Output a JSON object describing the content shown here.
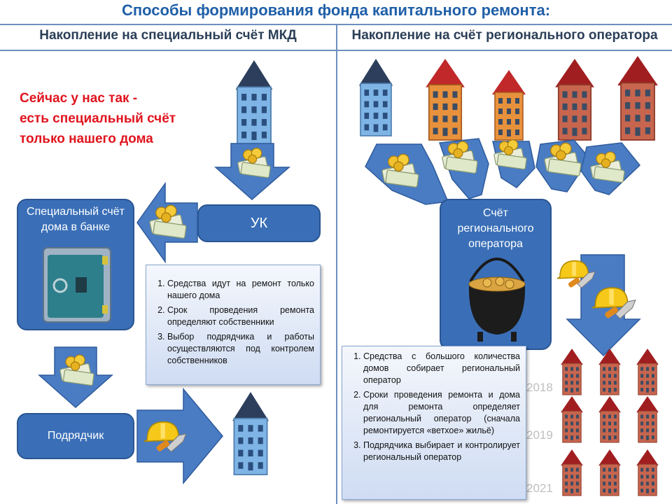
{
  "title": "Способы формирования фонда капитального ремонта:",
  "left": {
    "header": "Накопление на специальный счёт МКД",
    "current_note": [
      "Сейчас у нас так -",
      "есть специальный счёт",
      "только нашего дома"
    ],
    "uk_label": "УК",
    "bank_account_label": "Специальный счёт дома в банке",
    "contractor_label": "Подрядчик",
    "features": [
      "Средства идут на ремонт только нашего дома",
      "Срок проведения ремонта определяют собственники",
      "Выбор подрядчика и работы осуществляются под контролем собственников"
    ]
  },
  "right": {
    "header": "Накопление на счёт регионального оператора",
    "operator_account_label": "Счёт регионального оператора",
    "features": [
      "Средства с большого количества домов собирает региональный оператор",
      "Сроки проведения ремонта и дома для ремонта определяет региональный оператор (сначала ремонтируется «ветхое» жильё)",
      "Подрядчика выбирает и контролирует региональный оператор"
    ],
    "years": [
      "2018",
      "2019",
      "2021"
    ]
  },
  "colors": {
    "title": "#1f5fa8",
    "box_fill": "#3a6fb7",
    "arrow_fill": "#4a7cc4",
    "alert_text": "#e0141e",
    "divider": "#6d8fbf"
  },
  "icons": [
    "blue-house-icon",
    "orange-house-icon",
    "red-house-icon",
    "money-stack-icon",
    "safe-icon",
    "builder-helmet-icon",
    "coin-pot-icon"
  ]
}
